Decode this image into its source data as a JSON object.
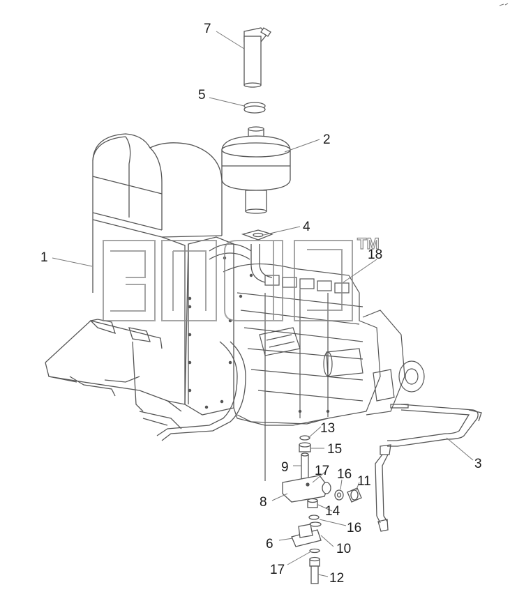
{
  "callouts": {
    "c1": "1",
    "c2": "2",
    "c3": "3",
    "c4": "4",
    "c5": "5",
    "c6": "6",
    "c7": "7",
    "c8": "8",
    "c9": "9",
    "c10": "10",
    "c11": "11",
    "c12": "12",
    "c13": "13",
    "c14": "14",
    "c15": "15",
    "c16a": "16",
    "c16b": "16",
    "c17a": "17",
    "c17b": "17",
    "c18": "18"
  },
  "watermark": {
    "tm": "TM"
  },
  "colors": {
    "line": "#555555",
    "watermark": "#888888",
    "leader": "#777777"
  }
}
